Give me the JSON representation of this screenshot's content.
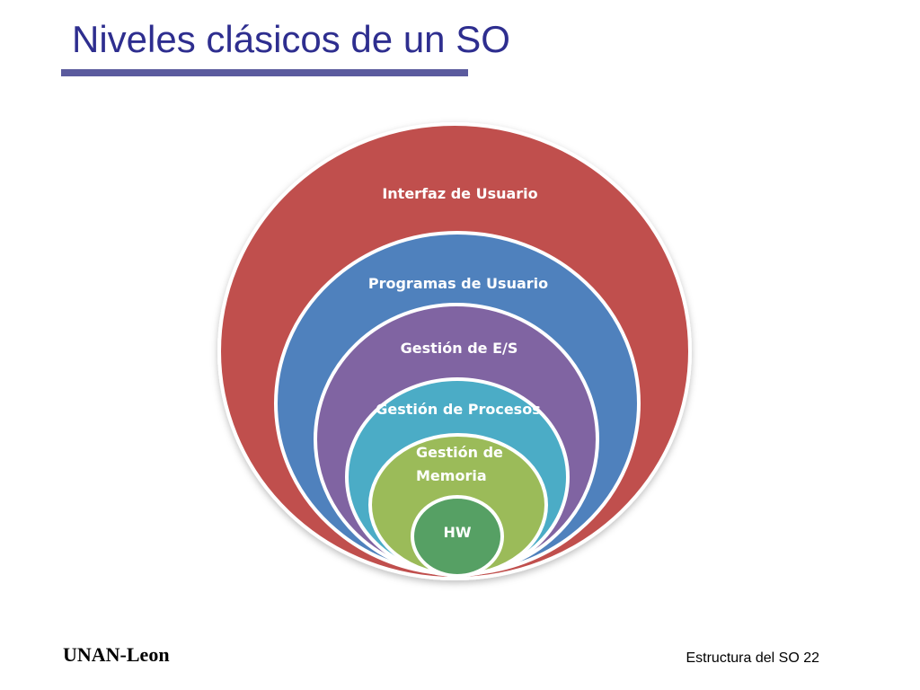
{
  "slide": {
    "title": "Niveles clásicos de un SO"
  },
  "diagram": {
    "layers": [
      {
        "label": "Interfaz de Usuario",
        "color": "#c0504d"
      },
      {
        "label": "Programas de Usuario",
        "color": "#4f81bd"
      },
      {
        "label": "Gestión de E/S",
        "color": "#8064a2"
      },
      {
        "label": "Gestión de Procesos",
        "color": "#4bacc6"
      },
      {
        "label_line1": "Gestión de",
        "label_line2": "Memoria",
        "color": "#9bbb59"
      },
      {
        "label": "HW",
        "color": "#56a064"
      }
    ]
  },
  "footer": {
    "institution": "UNAN-Leon",
    "page_info": "Estructura del SO 22"
  }
}
